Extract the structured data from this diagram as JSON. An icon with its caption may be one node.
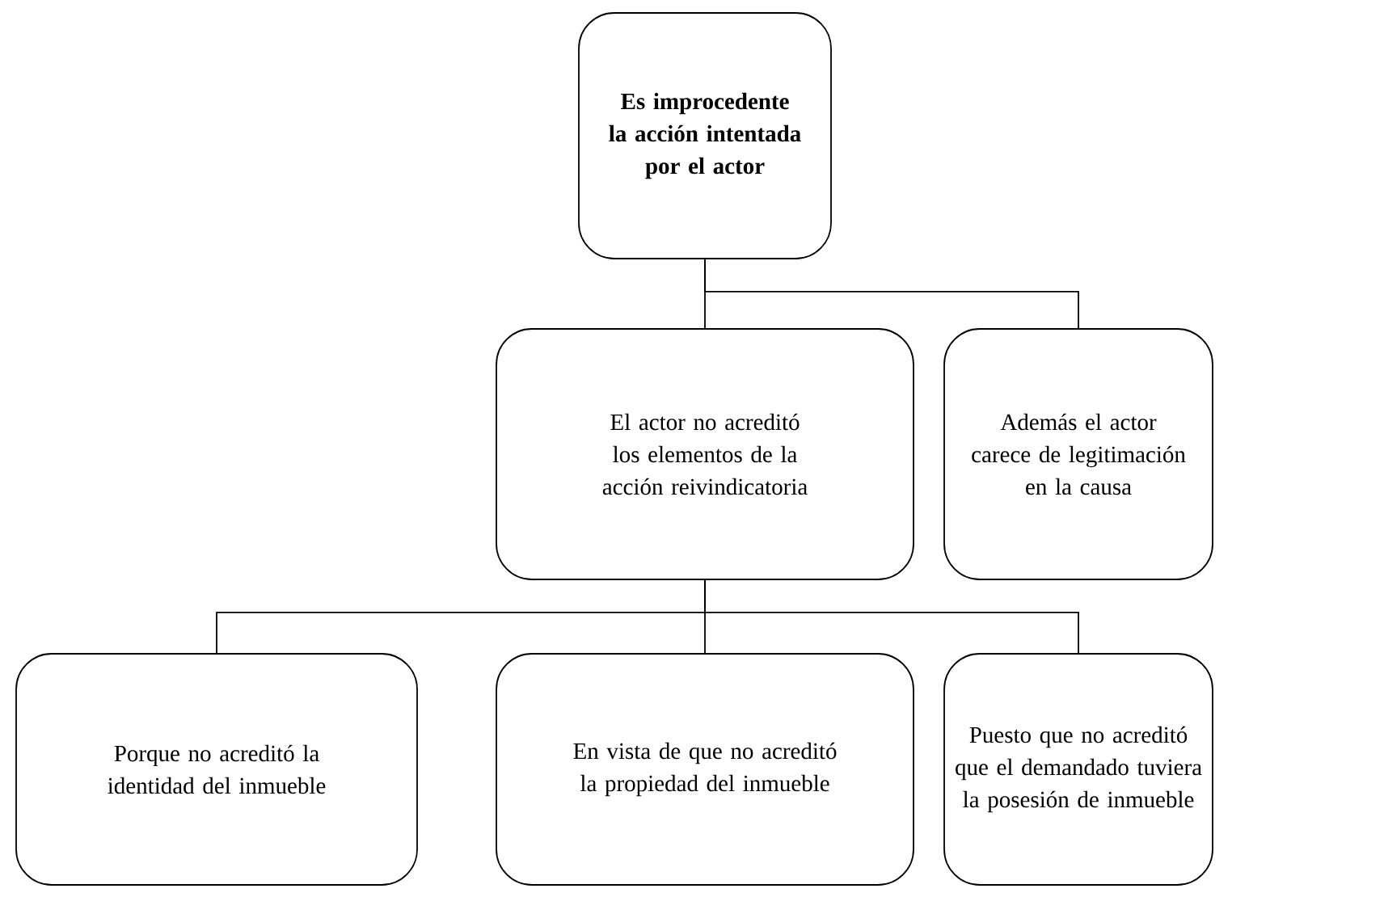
{
  "diagram": {
    "nodes": [
      {
        "text": [
          "Es improcedente la acción intentada por el actor"
        ]
      },
      {
        "text": [
          "El actor no acreditó los elementos de la acción reivindicatoria"
        ]
      },
      {
        "text": [
          "Además el actor carece de legitimación en la causa"
        ]
      },
      {
        "text": [
          "Porque no acreditó la identidad del inmueble"
        ]
      },
      {
        "text": [
          "En vista de que no acreditó la propiedad del inmueble"
        ]
      },
      {
        "text": [
          "Puesto que no acreditó que el demandado tuviera la posesión de inmueble"
        ]
      }
    ],
    "edges": [
      {
        "from": 0,
        "to": 1,
        "arrow": "none"
      },
      {
        "from": 0,
        "to": 2,
        "arrow": "none"
      },
      {
        "from": 1,
        "to": 3,
        "arrow": "none"
      },
      {
        "from": 1,
        "to": 4,
        "arrow": "none"
      },
      {
        "from": 1,
        "to": 5,
        "arrow": "none"
      }
    ]
  }
}
